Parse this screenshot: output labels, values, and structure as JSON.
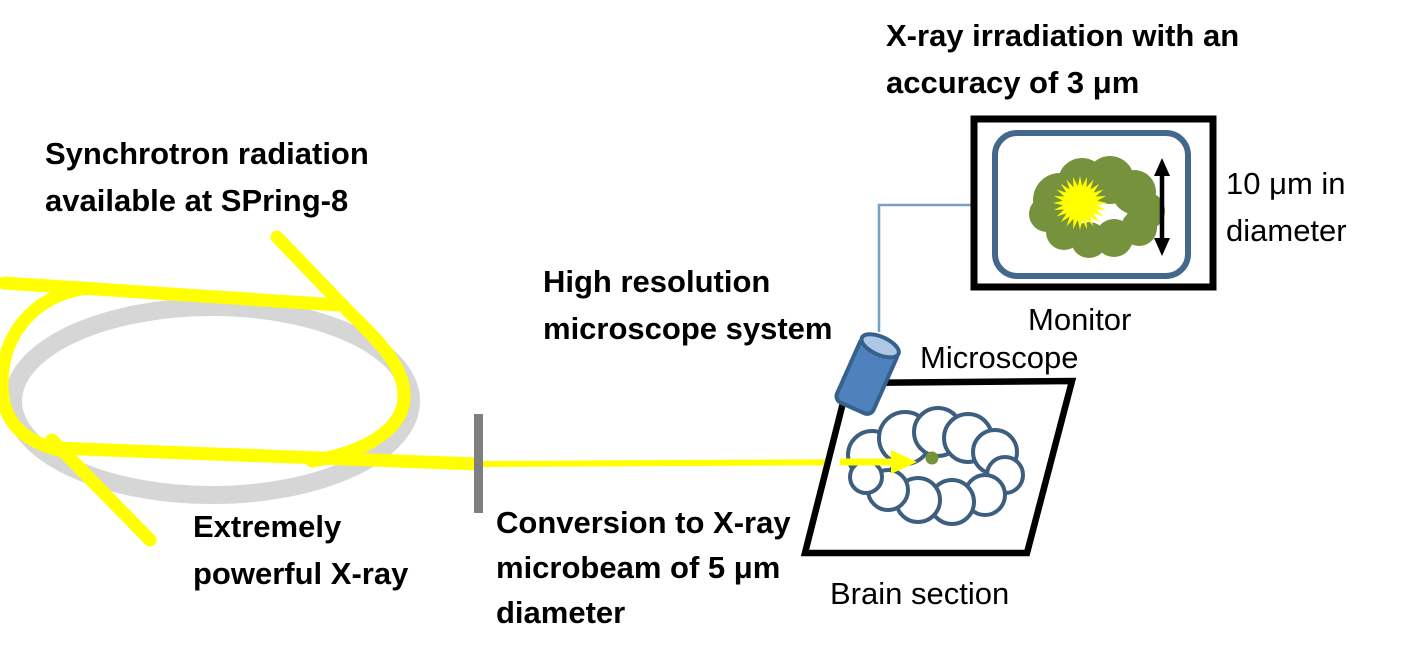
{
  "diagram": {
    "labels": {
      "xray_accuracy": {
        "line1": "X-ray irradiation with an",
        "line2": "accuracy of 3 μm"
      },
      "synchrotron": {
        "line1": "Synchrotron radiation",
        "line2": "available at SPring-8"
      },
      "high_resolution": {
        "line1": "High resolution",
        "line2": "microscope system"
      },
      "extremely": {
        "line1": "Extremely",
        "line2": "powerful X-ray"
      },
      "conversion": {
        "line1": "Conversion to X-ray",
        "line2": "microbeam of 5 μm",
        "line3": "diameter"
      },
      "monitor": "Monitor",
      "microscope": "Microscope",
      "brain_section": "Brain section",
      "diameter_note": {
        "line1": "10 μm in",
        "line2": "diameter"
      }
    },
    "colors": {
      "beam_yellow": "#FFFF00",
      "ring_gray": "#D6D6D6",
      "slit_gray": "#7F7F7F",
      "microscope_blue": "#4F81BD",
      "microscope_cap_blue": "#AEC7E4",
      "outline_blue": "#44688C",
      "cloud_outline_blue": "#3E5E80",
      "target_olive": "#76923C",
      "text_black": "#000000"
    }
  }
}
